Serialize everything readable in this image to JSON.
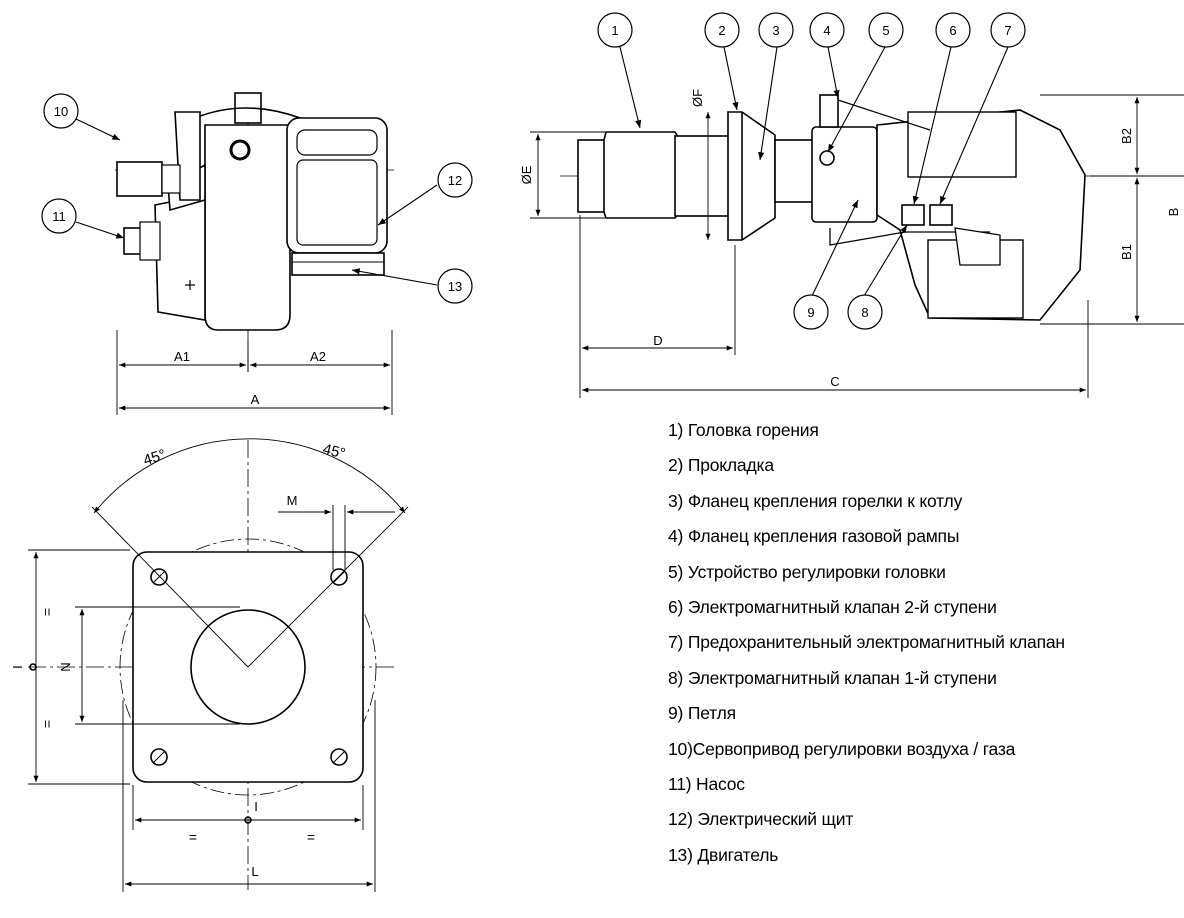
{
  "callouts": [
    "1",
    "2",
    "3",
    "4",
    "5",
    "6",
    "7",
    "8",
    "9",
    "10",
    "11",
    "12",
    "13"
  ],
  "dimensions": {
    "a1": "A1",
    "a2": "A2",
    "a": "A",
    "b1": "B1",
    "b2": "B2",
    "b": "B",
    "c": "C",
    "d": "D",
    "dia_e": "ØE",
    "dia_f": "ØF",
    "i_vert": "I",
    "i_horiz": "I",
    "l": "L",
    "m": "M",
    "n": "N",
    "eq": "="
  },
  "angles": {
    "left": "45°",
    "right": "45°"
  },
  "legend": [
    "1)   Головка горения",
    "2) Прокладка",
    "3) Фланец крепления горелки к котлу",
    "4) Фланец крепления газовой рампы",
    "5) Устройство регулировки головки",
    "6) Электромагнитный клапан 2-й ступени",
    "7) Предохранительный электромагнитный клапан",
    "8) Электромагнитный клапан 1-й ступени",
    "9) Петля",
    "10)Сервопривод регулировки воздуха / газа",
    "11) Насос",
    "12) Электрический щит",
    "13) Двигатель"
  ]
}
